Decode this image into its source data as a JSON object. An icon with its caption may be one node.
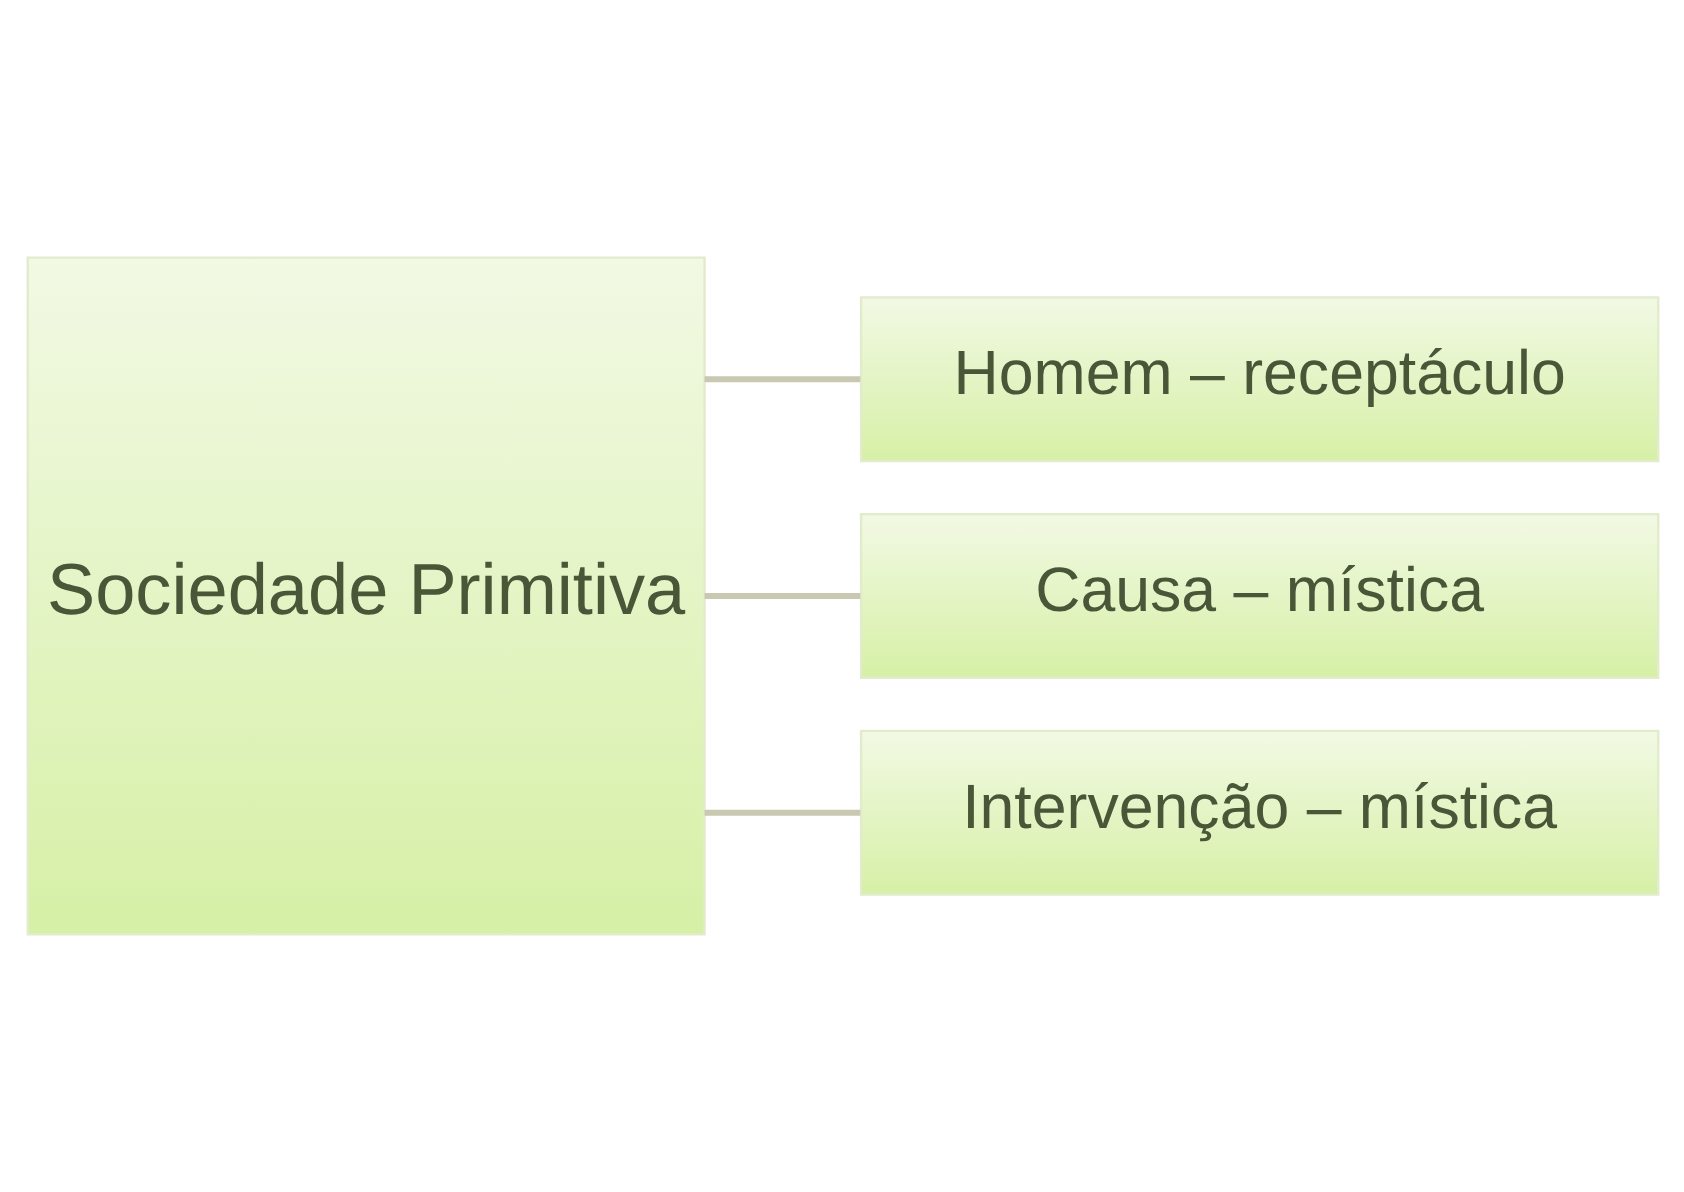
{
  "diagram": {
    "nodes": [
      {
        "text": [
          "Sociedade Primitiva"
        ]
      },
      {
        "text": [
          "Homem – receptáculo"
        ]
      },
      {
        "text": [
          "Causa – mística"
        ]
      },
      {
        "text": [
          "Intervenção – mística"
        ]
      }
    ],
    "edges": [
      {
        "from": 0,
        "to": 1,
        "arrow": "none"
      },
      {
        "from": 0,
        "to": 2,
        "arrow": "none"
      },
      {
        "from": 0,
        "to": 3,
        "arrow": "none"
      }
    ]
  }
}
